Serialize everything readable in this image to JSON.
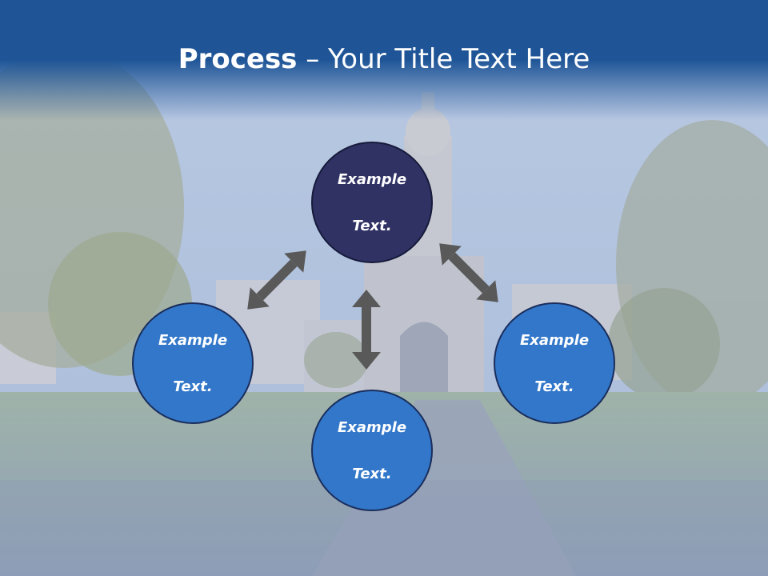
{
  "slide": {
    "title_bold": "Process",
    "title_rest": " – Your Title Text Here"
  },
  "diagram": {
    "nodes": [
      {
        "id": "top",
        "line1": "Example",
        "line2": "Text.",
        "color": "#303264"
      },
      {
        "id": "left",
        "line1": "Example",
        "line2": "Text.",
        "color": "#3277c9"
      },
      {
        "id": "right",
        "line1": "Example",
        "line2": "Text.",
        "color": "#3277c9"
      },
      {
        "id": "bottom",
        "line1": "Example",
        "line2": "Text.",
        "color": "#3277c9"
      }
    ],
    "arrow_color": "#595959",
    "header_color": "#1f5597"
  }
}
